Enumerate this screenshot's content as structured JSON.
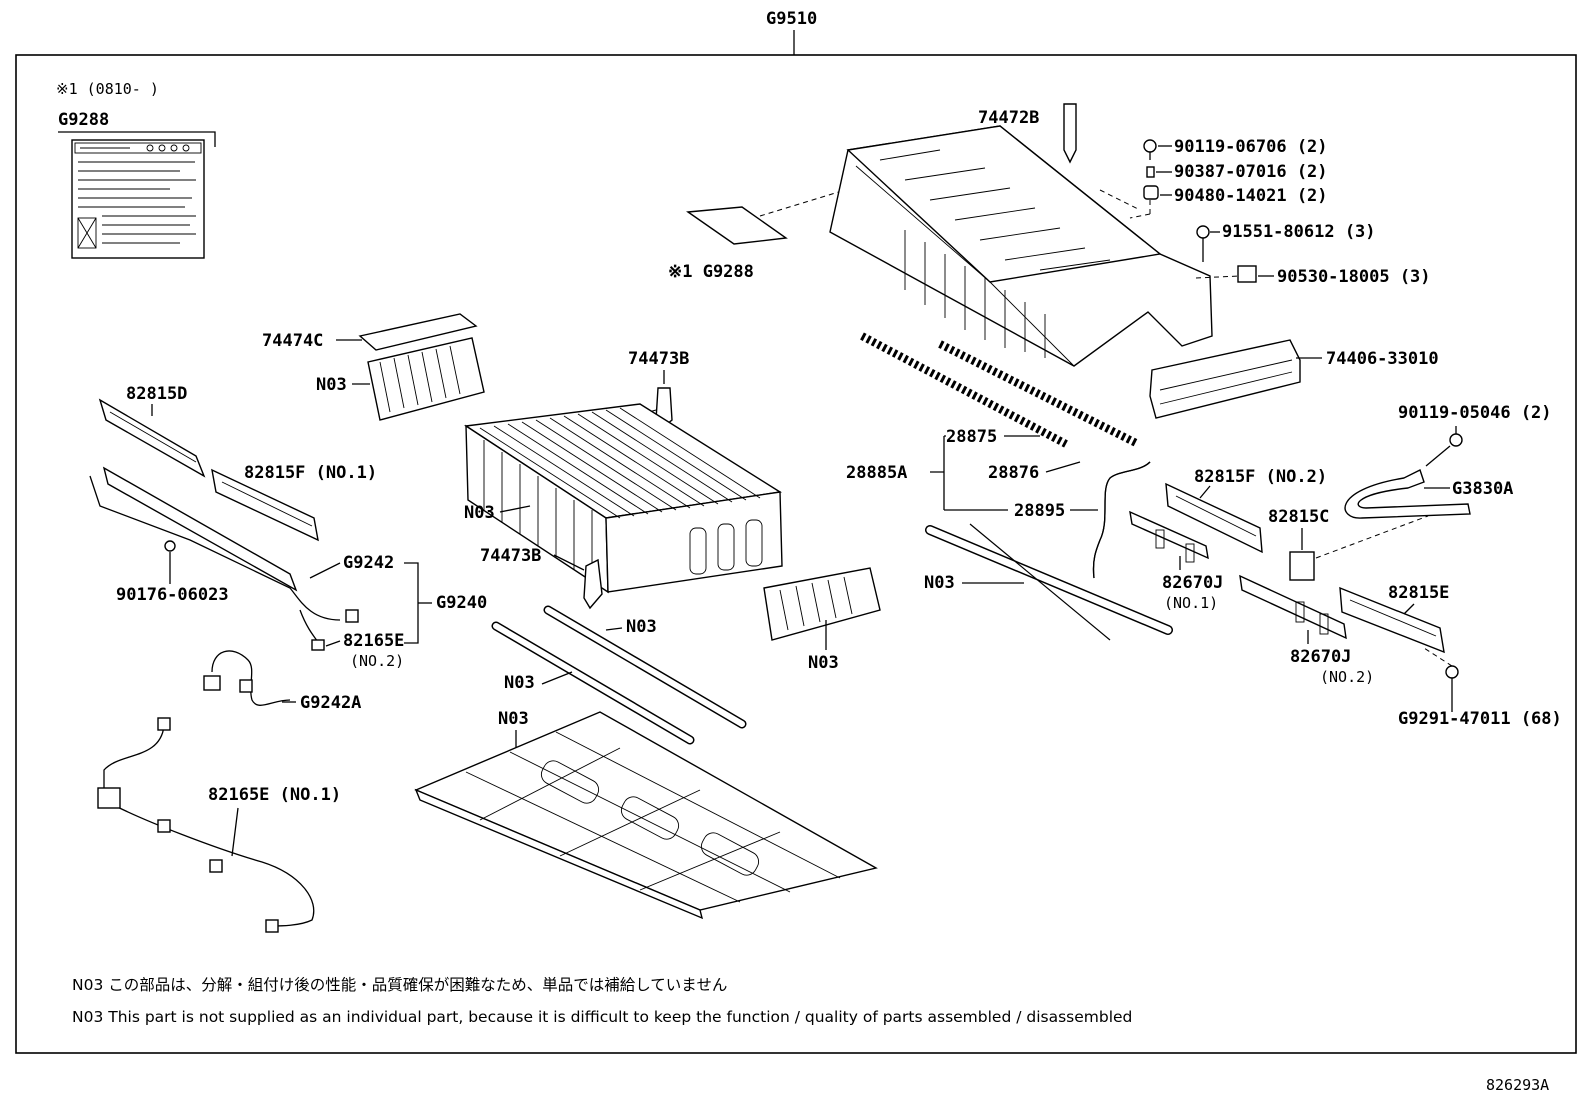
{
  "assembly": {
    "code": "G9510"
  },
  "figure_id": "826293A",
  "date_note": "※1 (0810-     )",
  "labels": [
    {
      "id": "g9288",
      "text": "G9288"
    },
    {
      "id": "g9288-ref",
      "text": "※1 G9288"
    },
    {
      "id": "74472b",
      "text": "74472B"
    },
    {
      "id": "90119-06706",
      "text": "90119-06706 (2)"
    },
    {
      "id": "90387-07016",
      "text": "90387-07016 (2)"
    },
    {
      "id": "90480-14021",
      "text": "90480-14021 (2)"
    },
    {
      "id": "91551-80612",
      "text": "91551-80612 (3)"
    },
    {
      "id": "90530-18005",
      "text": "90530-18005 (3)"
    },
    {
      "id": "74406-33010",
      "text": "74406-33010"
    },
    {
      "id": "90119-05046",
      "text": "90119-05046 (2)"
    },
    {
      "id": "g3830a",
      "text": "G3830A"
    },
    {
      "id": "74474c",
      "text": "74474C"
    },
    {
      "id": "n03-a",
      "text": "N03"
    },
    {
      "id": "74473b-a",
      "text": "74473B"
    },
    {
      "id": "82815d",
      "text": "82815D"
    },
    {
      "id": "82815f-no1",
      "text": "82815F (NO.1)"
    },
    {
      "id": "n03-b",
      "text": "N03"
    },
    {
      "id": "28875",
      "text": "28875"
    },
    {
      "id": "28876",
      "text": "28876"
    },
    {
      "id": "28885a",
      "text": "28885A"
    },
    {
      "id": "28895",
      "text": "28895"
    },
    {
      "id": "82815f-no2",
      "text": "82815F (NO.2)"
    },
    {
      "id": "82815c",
      "text": "82815C"
    },
    {
      "id": "g9242",
      "text": "G9242"
    },
    {
      "id": "g9240",
      "text": "G9240"
    },
    {
      "id": "90176-06023",
      "text": "90176-06023"
    },
    {
      "id": "74473b-b",
      "text": "74473B"
    },
    {
      "id": "n03-c",
      "text": "N03"
    },
    {
      "id": "82670j-no1",
      "text": "82670J"
    },
    {
      "id": "82670j-no1-sub",
      "text": "(NO.1)"
    },
    {
      "id": "82815e",
      "text": "82815E"
    },
    {
      "id": "n03-d",
      "text": "N03"
    },
    {
      "id": "82165e-no2",
      "text": "82165E"
    },
    {
      "id": "82165e-no2-sub",
      "text": "(NO.2)"
    },
    {
      "id": "n03-e",
      "text": "N03"
    },
    {
      "id": "n03-f",
      "text": "N03"
    },
    {
      "id": "82670j-no2",
      "text": "82670J"
    },
    {
      "id": "82670j-no2-sub",
      "text": "(NO.2)"
    },
    {
      "id": "g9291-47011",
      "text": "G9291-47011 (68)"
    },
    {
      "id": "g9242a",
      "text": "G9242A"
    },
    {
      "id": "n03-g",
      "text": "N03"
    },
    {
      "id": "82165e-no1",
      "text": "82165E (NO.1)"
    }
  ],
  "notes": {
    "jp": "N03 この部品は、分解・組付け後の性能・品質確保が困難なため、単品では補給していません",
    "en": "N03 This part is not supplied as an individual part, because it is difficult to keep the function / quality of parts assembled / disassembled"
  }
}
